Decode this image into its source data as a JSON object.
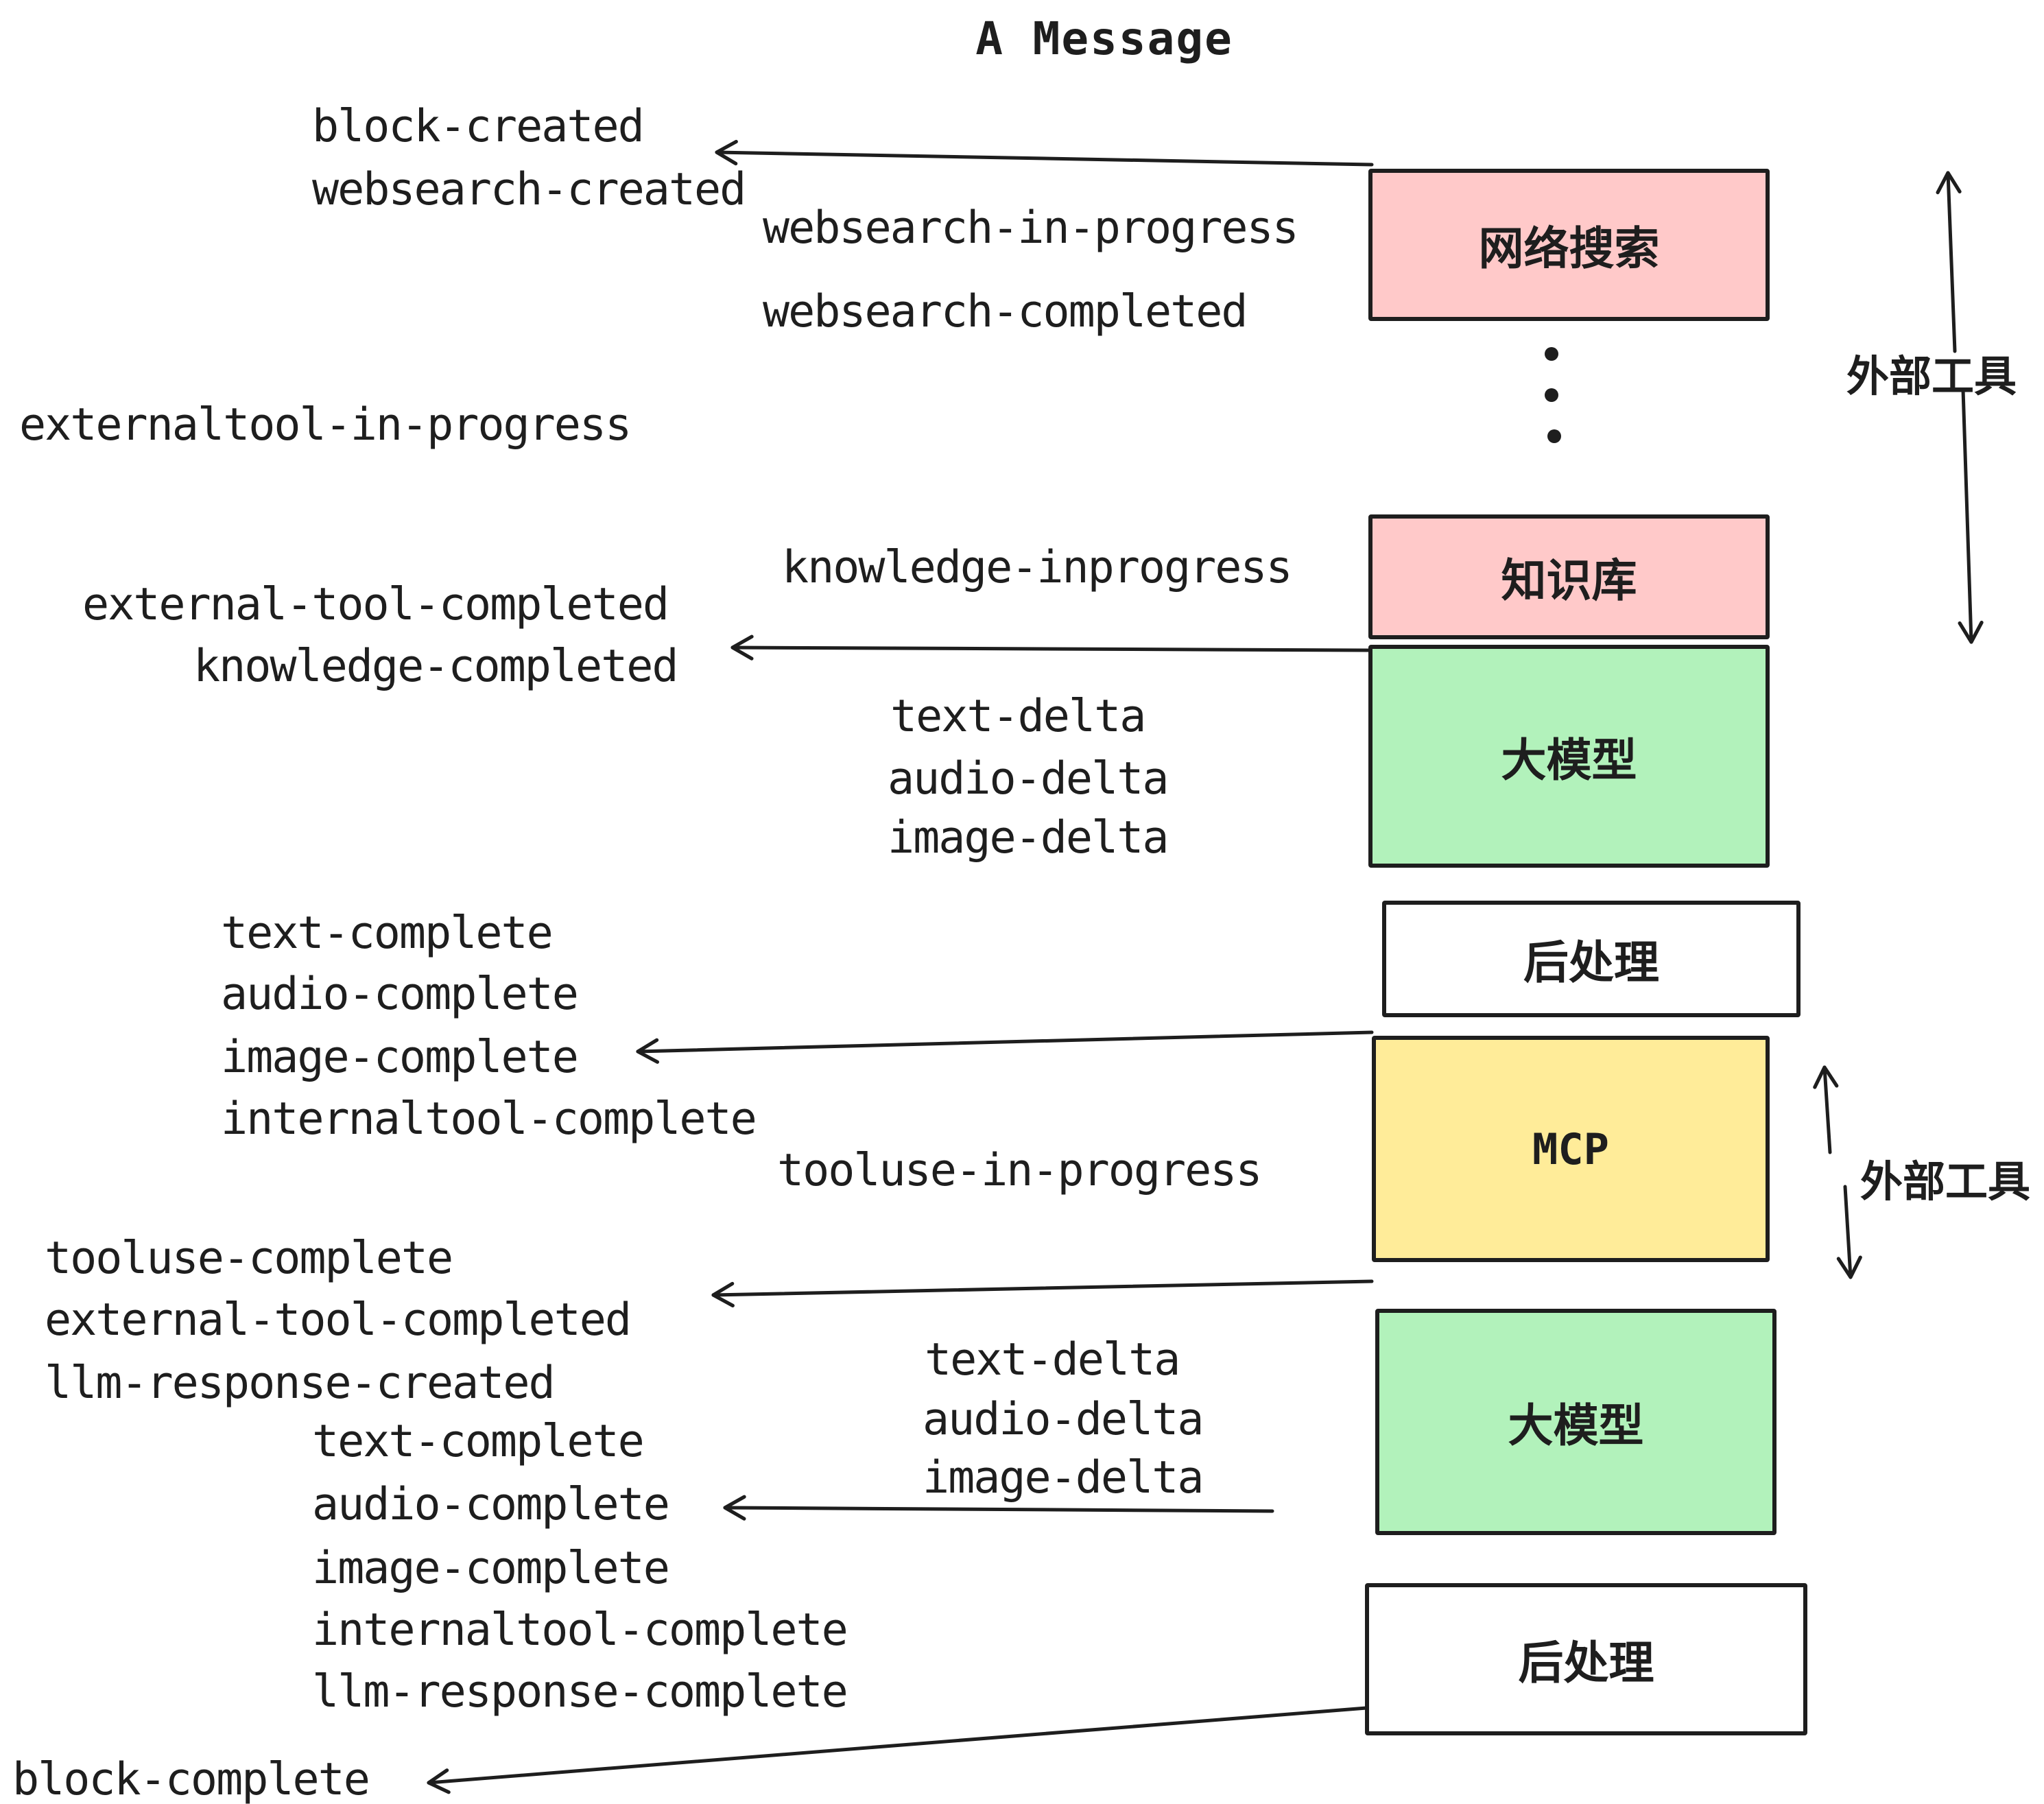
{
  "title": "A Message",
  "colors": {
    "ink": "#1e1e1e",
    "pink": "#ffc9c9",
    "green": "#b2f2bb",
    "yellow": "#ffec99",
    "white": "#ffffff"
  },
  "boxes": {
    "websearch": "网络搜索",
    "knowledge": "知识库",
    "llm1": "大模型",
    "post1": "后处理",
    "mcp": "MCP",
    "llm2": "大模型",
    "post2": "后处理"
  },
  "side_labels": {
    "external_tools_1": "外部工具",
    "external_tools_2": "外部工具"
  },
  "events": {
    "block_created": "block-created",
    "websearch_created": "websearch-created",
    "websearch_in_progress": "websearch-in-progress",
    "websearch_completed": "websearch-completed",
    "externaltool_in_progress": "externaltool-in-progress",
    "knowledge_inprogress": "knowledge-inprogress",
    "external_tool_completed_1": "external-tool-completed",
    "knowledge_completed": "knowledge-completed",
    "text_delta_1": "text-delta",
    "audio_delta_1": "audio-delta",
    "image_delta_1": "image-delta",
    "text_complete_1": "text-complete",
    "audio_complete_1": "audio-complete",
    "image_complete_1": "image-complete",
    "internaltool_complete_1": "internaltool-complete",
    "tooluse_in_progress": "tooluse-in-progress",
    "tooluse_complete": "tooluse-complete",
    "external_tool_completed_2": "external-tool-completed",
    "llm_response_created": "llm-response-created",
    "text_delta_2": "text-delta",
    "audio_delta_2": "audio-delta",
    "image_delta_2": "image-delta",
    "text_complete_2": "text-complete",
    "audio_complete_2": "audio-complete",
    "image_complete_2": "image-complete",
    "internaltool_complete_2": "internaltool-complete",
    "llm_response_complete": "llm-response-complete",
    "block_complete": "block-complete"
  }
}
